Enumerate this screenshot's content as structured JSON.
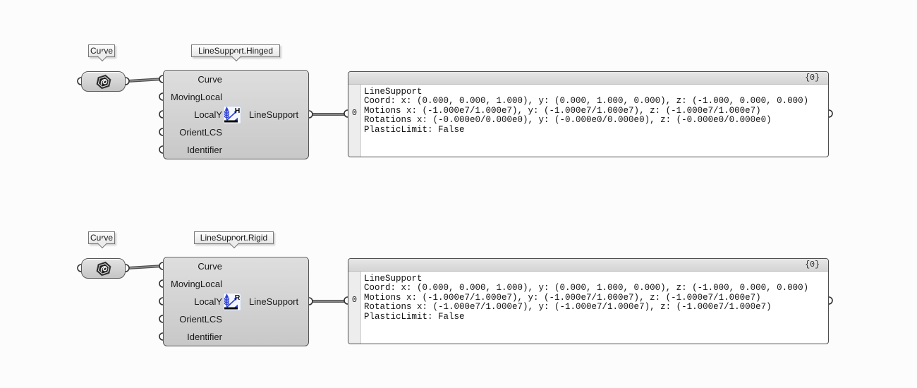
{
  "colors": {
    "canvas_bg": "#fcfcfc",
    "component_fill": "#d3d3d3",
    "accent_blue": "#2d3fd0",
    "panel_bg": "#ffffff"
  },
  "groups": [
    {
      "param_label": "Curve",
      "component_label": "LineSupport.Hinged",
      "icon_letter": "H",
      "inputs": [
        "Curve",
        "MovingLocal",
        "LocalY",
        "OrientLCS",
        "Identifier"
      ],
      "output_label": "LineSupport",
      "panel": {
        "badge": "{0}",
        "item_index": "0",
        "lines": [
          "LineSupport",
          "Coord: x: (0.000, 0.000, 1.000), y: (0.000, 1.000, 0.000), z: (-1.000, 0.000, 0.000)",
          "Motions x: (-1.000e7/1.000e7), y: (-1.000e7/1.000e7), z: (-1.000e7/1.000e7)",
          "Rotations x: (-0.000e0/0.000e0), y: (-0.000e0/0.000e0), z: (-0.000e0/0.000e0)",
          "PlasticLimit: False"
        ]
      }
    },
    {
      "param_label": "Curve",
      "component_label": "LineSupport.Rigid",
      "icon_letter": "R",
      "inputs": [
        "Curve",
        "MovingLocal",
        "LocalY",
        "OrientLCS",
        "Identifier"
      ],
      "output_label": "LineSupport",
      "panel": {
        "badge": "{0}",
        "item_index": "0",
        "lines": [
          "LineSupport",
          "Coord: x: (0.000, 0.000, 1.000), y: (0.000, 1.000, 0.000), z: (-1.000, 0.000, 0.000)",
          "Motions x: (-1.000e7/1.000e7), y: (-1.000e7/1.000e7), z: (-1.000e7/1.000e7)",
          "Rotations x: (-1.000e7/1.000e7), y: (-1.000e7/1.000e7), z: (-1.000e7/1.000e7)",
          "PlasticLimit: False"
        ]
      }
    }
  ]
}
